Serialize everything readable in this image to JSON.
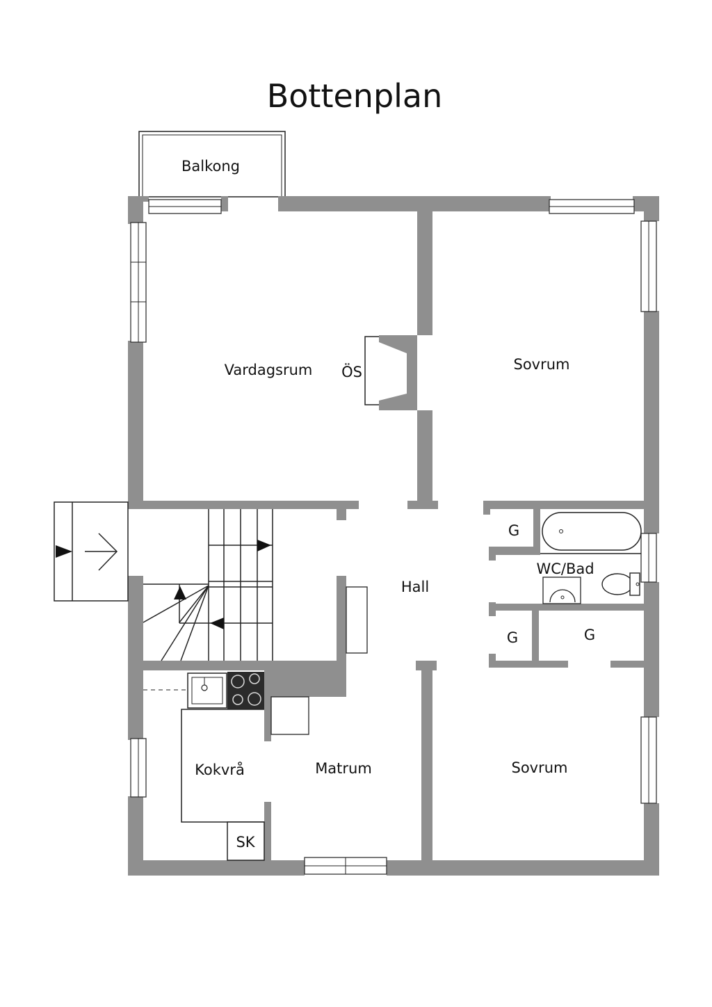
{
  "title": "Bottenplan",
  "rooms": {
    "balkong": "Balkong",
    "vardagsrum": "Vardagsrum",
    "os": "ÖS",
    "sovrum_top": "Sovrum",
    "hall": "Hall",
    "g1": "G",
    "wc_bad": "WC/Bad",
    "g2": "G",
    "g3": "G",
    "kokvra": "Kokvrå",
    "matrum": "Matrum",
    "sovrum_bottom": "Sovrum",
    "sk": "SK"
  },
  "colors": {
    "wall": "#8f8f8f",
    "line": "#222222",
    "background": "#ffffff"
  }
}
